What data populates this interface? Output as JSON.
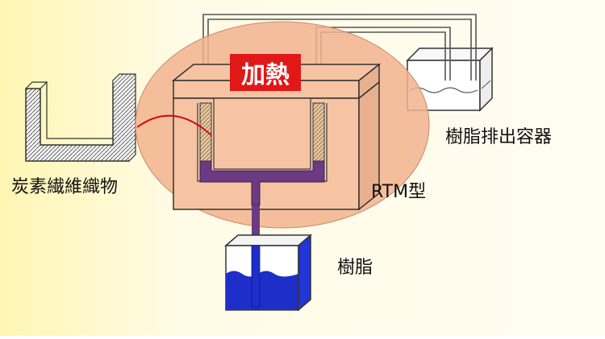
{
  "labels": {
    "heating": "加熱",
    "carbon_fabric": "炭素繊維織物",
    "resin_outlet_container": "樹脂排出容器",
    "rtm_mold": "RTM型",
    "resin": "樹脂"
  },
  "colors": {
    "background_left": "#fff6b3",
    "background_right": "#fffbe0",
    "highlight_ellipse": "#f2b38f",
    "heat_box": "#e01818",
    "resin_purple": "#6b3a82",
    "resin_blue": "#1e2ec8",
    "fabric_hatch": "#c9a878",
    "connector_line": "#d01010",
    "outline": "#333333"
  }
}
